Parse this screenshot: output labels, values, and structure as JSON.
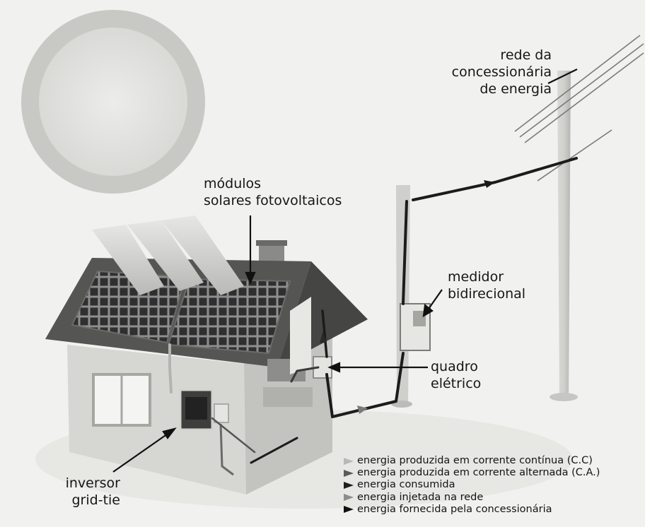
{
  "labels": {
    "utility_grid": [
      "rede da",
      "concessionária",
      "de energia"
    ],
    "solar_modules": [
      "módulos",
      "solares fotovoltaicos"
    ],
    "bidirectional_meter": [
      "medidor",
      "bidirecional"
    ],
    "electrical_panel": [
      "quadro",
      "elétrico"
    ],
    "inverter": [
      "inversor",
      "grid-tie"
    ]
  },
  "legend": [
    {
      "text": "energia produzida em corrente contínua (C.C)",
      "color": "#b8b8b8"
    },
    {
      "text": "energia produzida em corrente alternada (C.A.)",
      "color": "#5a5a5a"
    },
    {
      "text": "energia consumida",
      "color": "#1e1e1e"
    },
    {
      "text": "energia injetada na rede",
      "color": "#8c8c8c"
    },
    {
      "text": "energia fornecida pela concessionária",
      "color": "#101010"
    }
  ]
}
